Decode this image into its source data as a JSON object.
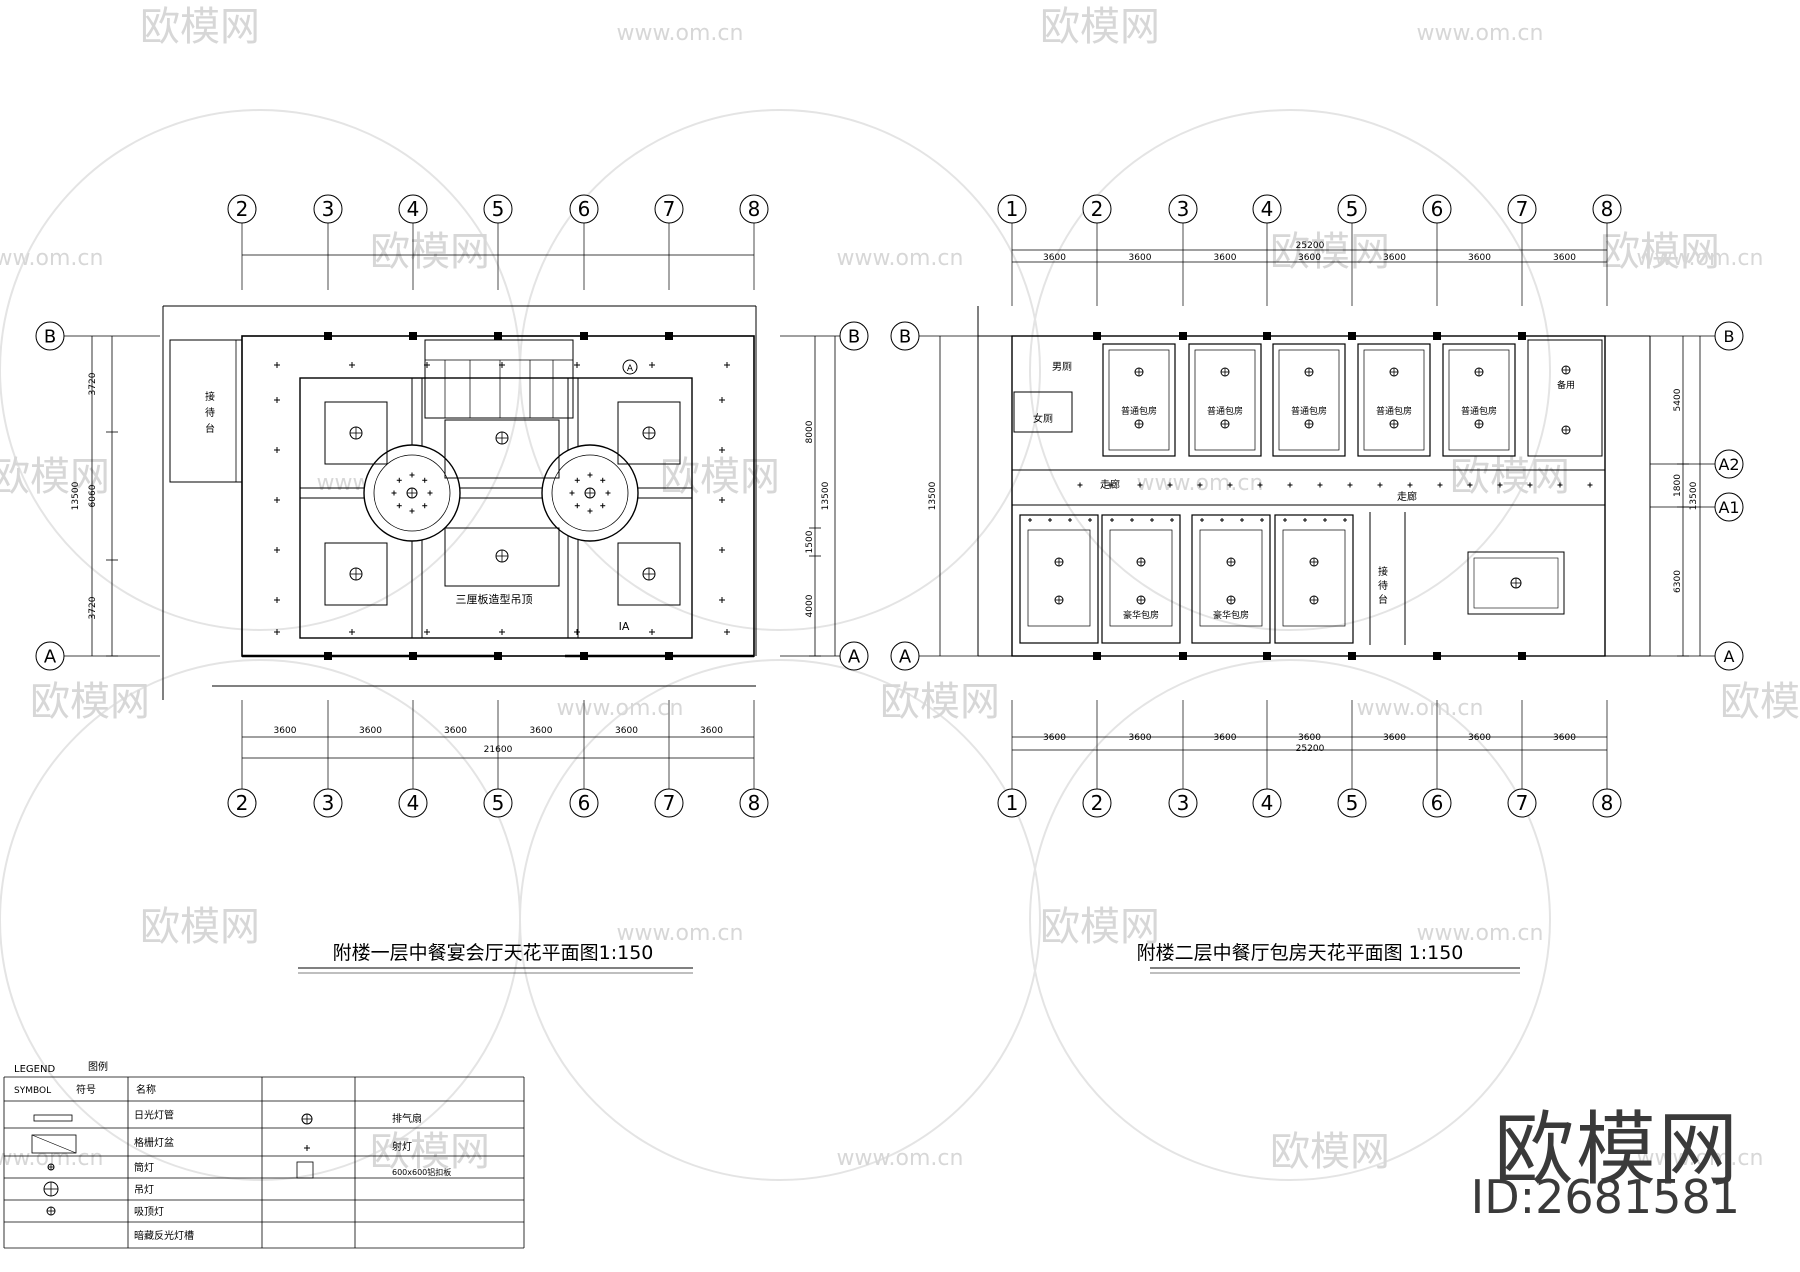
{
  "drawing_left": {
    "title": "附楼一层中餐宴会厅天花平面图1:150",
    "axes_top": [
      "2",
      "3",
      "4",
      "5",
      "6",
      "7",
      "8"
    ],
    "axes_bottom": [
      "2",
      "3",
      "4",
      "5",
      "6",
      "7",
      "8"
    ],
    "row_axes": [
      "B",
      "A"
    ],
    "spans": [
      "3600",
      "3600",
      "3600",
      "3600",
      "3600",
      "3600"
    ],
    "total": "21600",
    "side_dims_left": [
      "3720",
      "6060",
      "3720"
    ],
    "side_total_left": "13500",
    "side_dims_right": [
      "8000",
      "1500",
      "4000"
    ],
    "side_total_right": "13500",
    "labels": {
      "reception": "接待台",
      "ceiling_note": "三厘板造型吊顶",
      "section_mark": "IA",
      "callout": "A"
    }
  },
  "drawing_right": {
    "title": "附楼二层中餐厅包房天花平面图   1:150",
    "axes_top": [
      "1",
      "2",
      "3",
      "4",
      "5",
      "6",
      "7",
      "8"
    ],
    "axes_bottom": [
      "1",
      "2",
      "3",
      "4",
      "5",
      "6",
      "7",
      "8"
    ],
    "row_axes": [
      "B",
      "A"
    ],
    "right_axes": [
      "B",
      "A2",
      "A1",
      "A"
    ],
    "spans": [
      "3600",
      "3600",
      "3600",
      "3600",
      "3600",
      "3600",
      "3600"
    ],
    "total": "25200",
    "side_total_left": "13500",
    "side_dims_right": [
      "5400",
      "1800",
      "6300"
    ],
    "side_total_right": "13500",
    "labels": {
      "mens": "男厕",
      "womens": "女厕",
      "room_normal": "普通包房",
      "room_spare": "备用",
      "corridor": "走廊",
      "room_deluxe": "豪华包房",
      "reception": "接待台"
    }
  },
  "legend": {
    "title": "LEGEND",
    "title_cn": "图例",
    "col_symbol": "SYMBOL",
    "col_symbol_cn": "符号",
    "col_name": "名称",
    "left_items": [
      "日光灯管",
      "格栅灯盆",
      "筒灯",
      "吊灯",
      "吸顶灯",
      "暗藏反光灯槽"
    ],
    "right_items": [
      "排气扇",
      "射灯",
      "600x600铝扣板"
    ]
  },
  "watermark": {
    "brand_cn": "欧模网",
    "url": "www.om.cn"
  },
  "brand": {
    "name": "欧模网",
    "id": "ID:2681581"
  }
}
